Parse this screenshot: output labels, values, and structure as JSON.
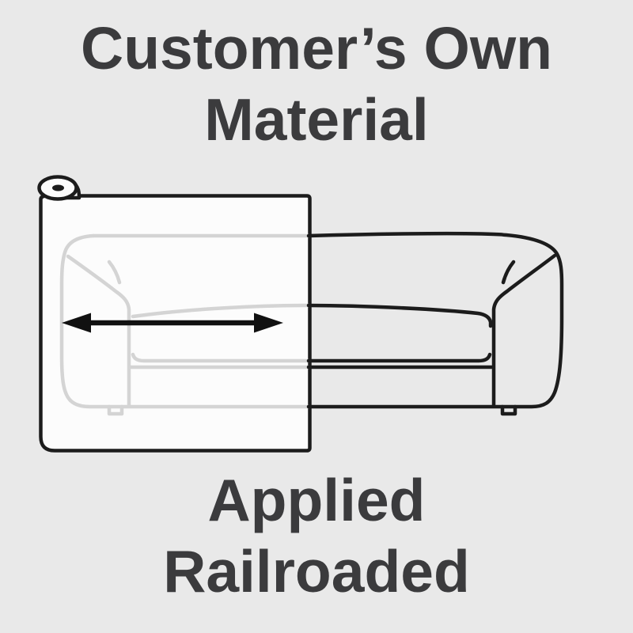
{
  "page": {
    "background": "#e9e9e9"
  },
  "title": {
    "line1": "Customer’s Own",
    "line2": "Material"
  },
  "caption": {
    "line1": "Applied",
    "line2": "Railroaded"
  },
  "figure": {
    "parts": {
      "fabric_roll": "fabric-roll-icon",
      "fabric_panel": "fabric-panel",
      "sofa_ghost": "sofa-left-half-under-fabric",
      "sofa": "sofa-right-half",
      "arrow": "horizontal-grain-direction-arrow"
    }
  },
  "colors": {
    "background": "#e9e9e9",
    "text": "#3b3b3d",
    "line_dark": "#1c1c1c",
    "line_ghost": "#d4d4d4",
    "fabric_fill": "#fcfcfc",
    "arrow": "#111111"
  }
}
